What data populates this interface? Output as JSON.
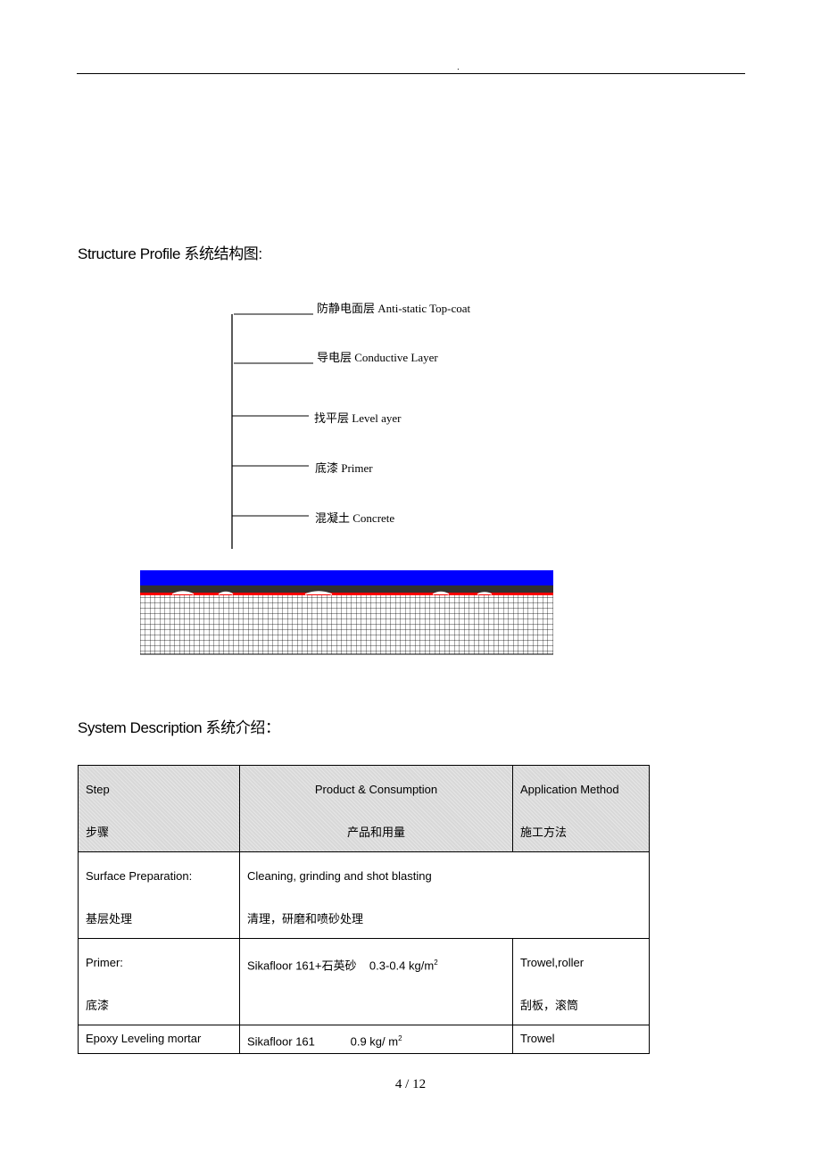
{
  "header": {
    "mark": "."
  },
  "sections": {
    "structure_title": "Structure Profile 系统结构图:",
    "description_title": "System Description 系统介绍："
  },
  "diagram": {
    "layers": [
      "防静电面层 Anti-static Top-coat",
      "导电层 Conductive Layer",
      "找平层  Level ayer",
      "底漆 Primer",
      "混凝土 Concrete"
    ],
    "colors": {
      "top_coat": "#0000ff",
      "conductive": "#303030",
      "primer": "#ff0000",
      "concrete_grid": "#000000"
    }
  },
  "table": {
    "header": {
      "step_en": "Step",
      "step_cn": "步骤",
      "product_en": "Product & Consumption",
      "product_cn": "产品和用量",
      "method_en": "Application Method",
      "method_cn": "施工方法"
    },
    "rows": [
      {
        "step_en": "Surface Preparation:",
        "step_cn": "基层处理",
        "product_en": "Cleaning, grinding and shot blasting",
        "product_cn": "清理，研磨和喷砂处理"
      },
      {
        "step_en": "Primer:",
        "step_cn": "底漆",
        "product": "Sikafloor 161+石英砂    0.3-0.4 kg/m",
        "product_sup": "2",
        "method_en": "Trowel,roller",
        "method_cn": "刮板，滚筒"
      },
      {
        "step_en": "Epoxy Leveling mortar",
        "product": "Sikafloor 161           0.9 kg/ m",
        "product_sup": "2",
        "method_en": "Trowel"
      }
    ]
  },
  "footer": {
    "page": "4  / 12"
  }
}
